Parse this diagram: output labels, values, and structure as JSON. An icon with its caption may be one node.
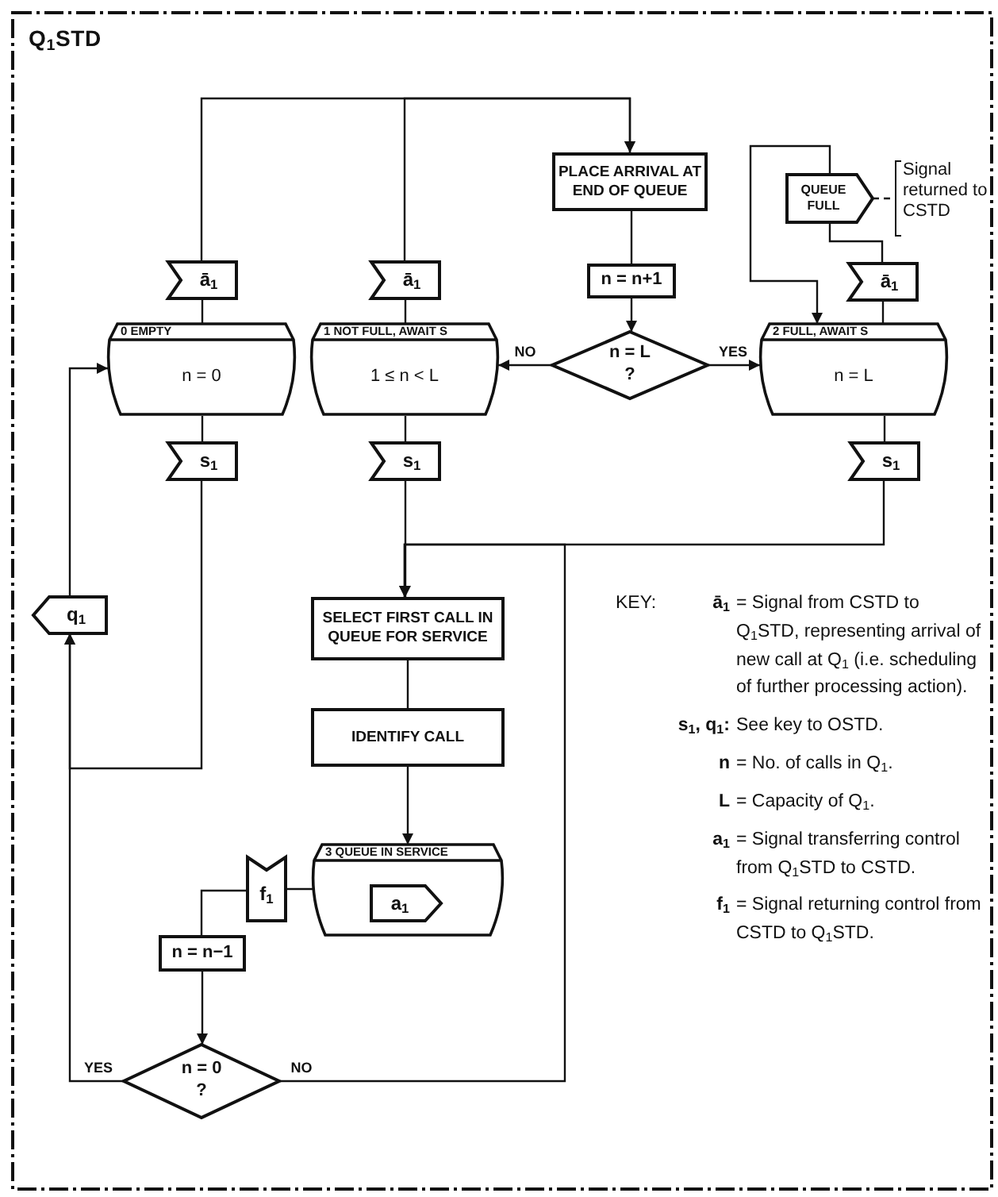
{
  "diagram": {
    "title": "Q$_{1}$STD",
    "nodes": [
      {
        "text": [
          "ā$_{1}$"
        ]
      },
      {
        "text": [
          "ā$_{1}$"
        ]
      },
      {
        "text": [
          "PLACE ARRIVAL AT END OF QUEUE"
        ]
      },
      {
        "text": [
          "QUEUE FULL"
        ]
      },
      {
        "text": [
          "Signal returned to CSTD"
        ]
      },
      {
        "text": [
          "n = n+1"
        ]
      },
      {
        "text": [
          "ā$_{1}$"
        ]
      },
      {
        "text": [
          "0 EMPTY",
          "n = 0"
        ]
      },
      {
        "text": [
          "1 NOT FULL, AWAIT S",
          "1 ≤ n < L"
        ]
      },
      {
        "text": [
          "n = L ?"
        ]
      },
      {
        "text": [
          "2 FULL, AWAIT S",
          "n = L"
        ]
      },
      {
        "text": [
          "s$_{1}$"
        ]
      },
      {
        "text": [
          "s$_{1}$"
        ]
      },
      {
        "text": [
          "s$_{1}$"
        ]
      },
      {
        "text": [
          "q$_{1}$"
        ]
      },
      {
        "text": [
          "SELECT FIRST CALL IN QUEUE FOR SERVICE"
        ]
      },
      {
        "text": [
          "IDENTIFY CALL"
        ]
      },
      {
        "text": [
          "f$_{1}$"
        ]
      },
      {
        "text": [
          "3 QUEUE IN SERVICE"
        ]
      },
      {
        "text": [
          "a$_{1}$"
        ],
        "in": 18
      },
      {
        "text": [
          "n = n−1"
        ]
      },
      {
        "text": [
          "n = 0 ?"
        ]
      }
    ],
    "edges": [
      {
        "from": 7,
        "to": 0,
        "arrow": "none"
      },
      {
        "from": 0,
        "to": 2,
        "arrow": "to"
      },
      {
        "from": 8,
        "to": 1,
        "arrow": "none"
      },
      {
        "from": 1,
        "to": 2,
        "arrow": "to"
      },
      {
        "from": 2,
        "to": 5,
        "arrow": "none"
      },
      {
        "from": 5,
        "to": 9,
        "arrow": "to"
      },
      {
        "from": 9,
        "to": 8,
        "arrow": "to",
        "label": "NO"
      },
      {
        "from": 9,
        "to": 10,
        "arrow": "to",
        "label": "YES"
      },
      {
        "from": 10,
        "to": 6,
        "arrow": "none"
      },
      {
        "from": 6,
        "to": 3,
        "arrow": "none"
      },
      {
        "from": 3,
        "to": 10,
        "arrow": "to"
      },
      {
        "from": 3,
        "to": 4,
        "arrow": "none",
        "style": "dashed"
      },
      {
        "from": 7,
        "to": 11,
        "arrow": "none"
      },
      {
        "from": 11,
        "to": 14,
        "arrow": "to"
      },
      {
        "from": 14,
        "to": 7,
        "arrow": "to"
      },
      {
        "from": 8,
        "to": 12,
        "arrow": "none"
      },
      {
        "from": 12,
        "to": 15,
        "arrow": "to"
      },
      {
        "from": 10,
        "to": 13,
        "arrow": "none"
      },
      {
        "from": 13,
        "to": 15,
        "arrow": "to"
      },
      {
        "from": 15,
        "to": 16,
        "arrow": "none"
      },
      {
        "from": 16,
        "to": 18,
        "arrow": "to"
      },
      {
        "from": 18,
        "to": 17,
        "arrow": "none"
      },
      {
        "from": 17,
        "to": 20,
        "arrow": "none"
      },
      {
        "from": 20,
        "to": 21,
        "arrow": "to"
      },
      {
        "from": 21,
        "to": 14,
        "arrow": "to",
        "label": "YES"
      },
      {
        "from": 21,
        "to": 15,
        "arrow": "to",
        "label": "NO"
      }
    ],
    "labels": [
      "KEY:",
      "ā$_{1}$",
      "= Signal from CSTD to Q$_{1}$STD, representing arrival of new call at Q$_{1}$ (i.e. scheduling of further processing action).",
      "s$_{1}$, q$_{1}$:",
      "See key to OSTD.",
      "n",
      "= No. of calls in Q$_{1}$.",
      "L",
      "= Capacity of Q$_{1}$.",
      "a$_{1}$",
      "= Signal transferring control from Q$_{1}$STD to CSTD.",
      "f$_{1}$",
      "= Signal returning control from CSTD to Q$_{1}$STD."
    ]
  }
}
